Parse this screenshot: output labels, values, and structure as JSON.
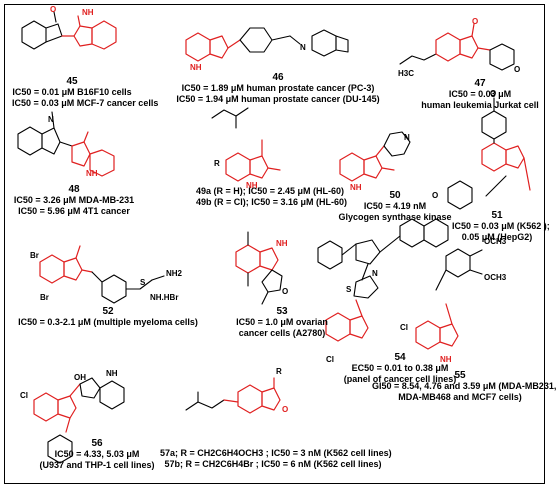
{
  "compounds": [
    {
      "id": "45",
      "lines": [
        "IC50 = 0.01 μM B16F10 cells",
        "IC50 = 0.03 μM MCF-7 cancer cells"
      ]
    },
    {
      "id": "46",
      "lines": [
        "IC50 = 1.89 μM human prostate cancer (PC-3)",
        "IC50 = 1.94 μM human prostate cancer (DU-145)"
      ]
    },
    {
      "id": "47",
      "lines": [
        "IC50 = 0.03 μM",
        "human leukemia Jurkat cell"
      ]
    },
    {
      "id": "48",
      "lines": [
        "IC50 = 3.26 μM MDA-MB-231",
        "IC50 = 5.96 μM 4T1 cancer"
      ]
    },
    {
      "id": "49",
      "lines": [
        "49a (R = H); IC50 = 2.45 μM (HL-60)",
        "49b (R = Cl); IC50 = 3.16 μM (HL-60)"
      ]
    },
    {
      "id": "50",
      "lines": [
        "IC50 = 4.19 nM",
        "Glycogen synthase kinase"
      ]
    },
    {
      "id": "51",
      "lines": [
        "IC50 = 0.03 μM (K562 );",
        "0.05 μM (HepG2)"
      ]
    },
    {
      "id": "52",
      "lines": [
        "IC50 = 0.3-2.1 μM (multiple myeloma cells)"
      ]
    },
    {
      "id": "53",
      "lines": [
        "IC50 = 1.0 μM ovarian",
        "cancer cells (A2780)"
      ]
    },
    {
      "id": "54",
      "lines": [
        "EC50 = 0.01 to 0.38 μM",
        "(panel of cancer cell lines)"
      ]
    },
    {
      "id": "55",
      "lines": [
        "GI50 = 8.54, 4.76 and 3.59 μM (MDA-MB231,",
        "MDA-MB468 and MCF7 cells)"
      ]
    },
    {
      "id": "56",
      "lines": [
        "IC50 = 4.33, 5.03 μM",
        "(U937 and THP-1 cell lines)"
      ]
    },
    {
      "id": "57",
      "lines": [
        "57a; R = CH2C6H4OCH3 ; IC50 = 3 nM (K562 cell lines)",
        "57b; R = CH2C6H4Br ; IC50 = 6 nM (K562 cell lines)"
      ]
    }
  ],
  "atoms": {
    "nh": "NH",
    "n": "N",
    "o": "O",
    "oh": "OH",
    "s": "S",
    "r": "R",
    "cl": "Cl",
    "br": "Br",
    "och3": "OCH3",
    "ome": "O",
    "h3c_o": "H3C",
    "nh2": "NH2",
    "nh_hbr": "NH.HBr"
  }
}
